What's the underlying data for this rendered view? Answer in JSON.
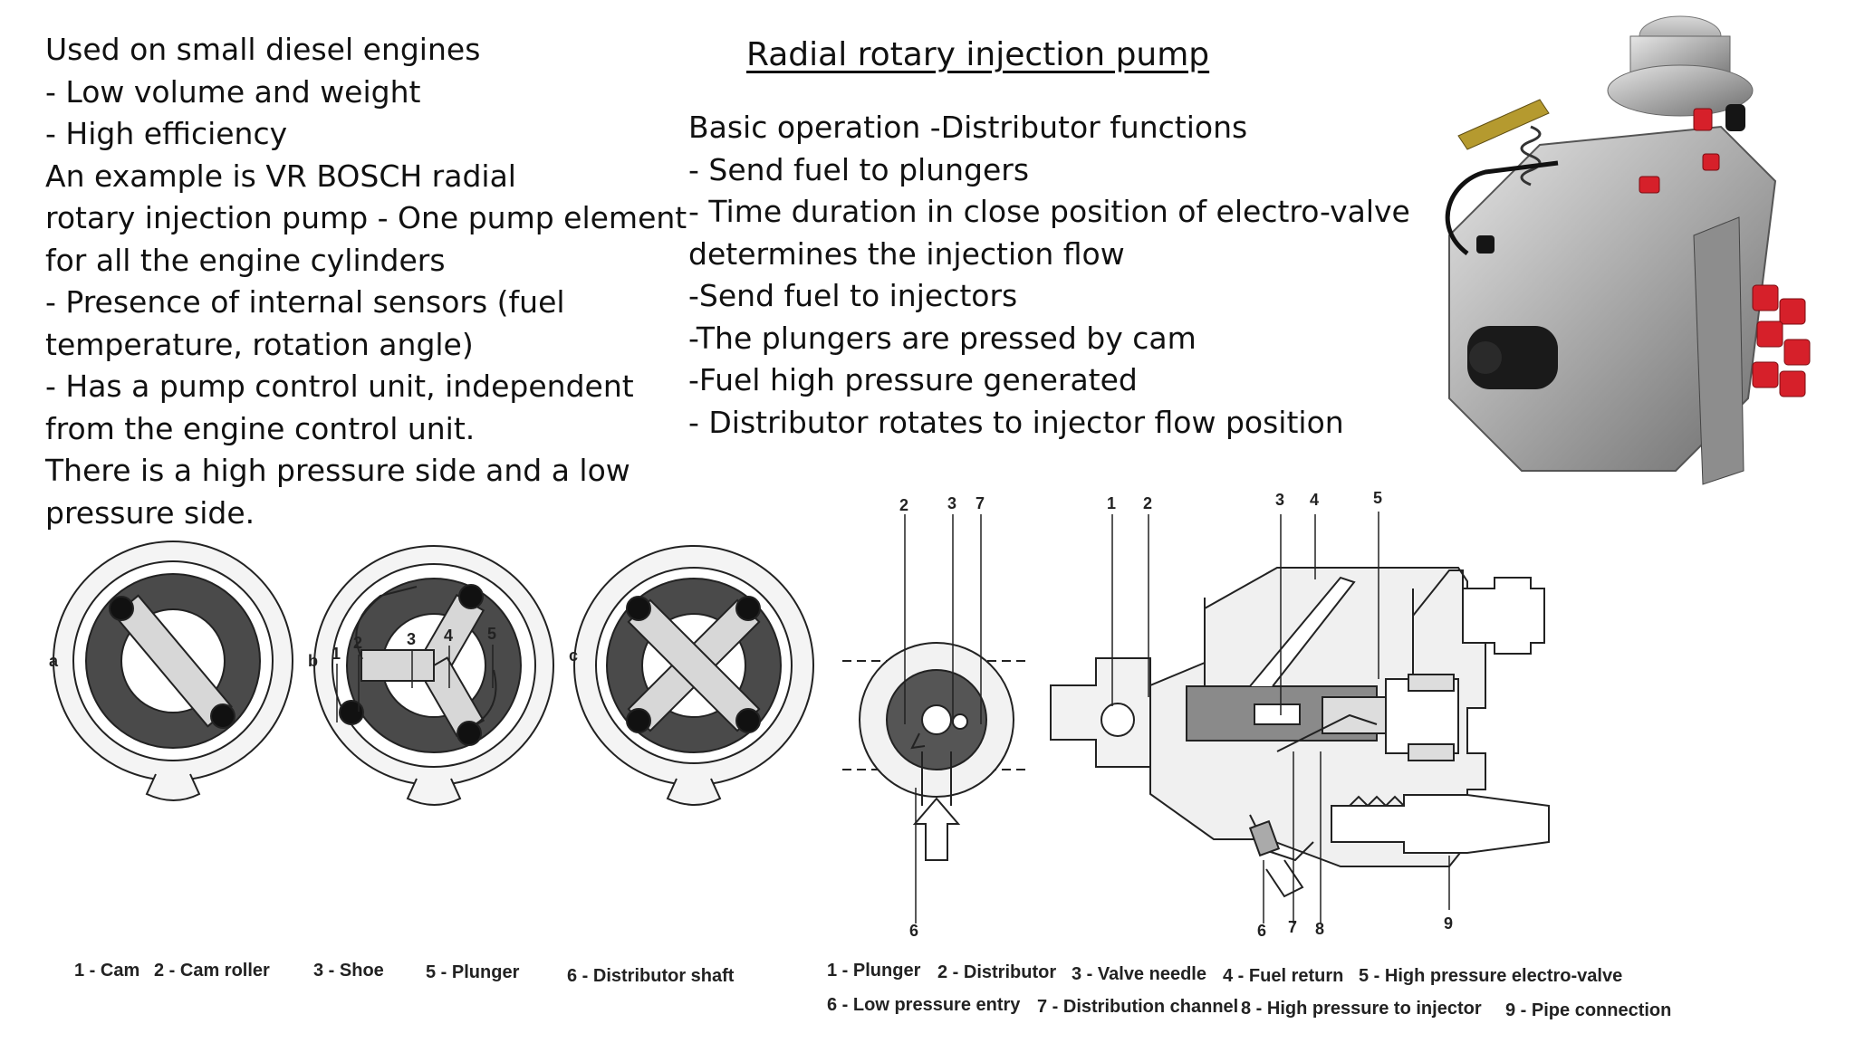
{
  "left_text": [
    "Used on small diesel engines",
    "- Low volume and weight",
    "- High efficiency",
    "An example is VR BOSCH radial",
    "rotary injection pump - One pump element",
    "for all the engine cylinders",
    "- Presence of internal sensors (fuel",
    "temperature, rotation angle)",
    "- Has a pump control unit, independent",
    "from the engine control unit.",
    "There is a high pressure side and a low",
    "pressure side."
  ],
  "title": "Radial rotary injection pump",
  "right_text": [
    "Basic operation -Distributor functions",
    "- Send fuel to plungers",
    "- Time duration in close position of electro-valve",
    "determines the injection flow",
    "-Send fuel to injectors",
    "-The plungers are pressed by cam",
    "-Fuel high pressure generated",
    "- Distributor rotates to injector flow position"
  ],
  "cam_diagram": {
    "panel_labels": [
      "a",
      "b",
      "c"
    ],
    "part_numbers": [
      "1",
      "2",
      "3",
      "4",
      "5"
    ],
    "legend": [
      "1 - Cam",
      "2 - Cam roller",
      "3 - Shoe",
      "5 - Plunger",
      "6 - Distributor shaft"
    ]
  },
  "pump_diagram": {
    "top_numbers_left": [
      "2",
      "3",
      "7"
    ],
    "top_numbers_right": [
      "1",
      "2",
      "3",
      "4",
      "5"
    ],
    "bottom_numbers": [
      "6",
      "6",
      "7",
      "8",
      "9"
    ],
    "legend_row1": [
      "1 - Plunger",
      "2 - Distributor",
      "3 - Valve needle",
      "4 - Fuel return",
      "5 - High pressure electro-valve"
    ],
    "legend_row2": [
      "6 - Low pressure entry",
      "7 - Distribution channel",
      "8 - High pressure to injector",
      "9 - Pipe connection"
    ]
  }
}
